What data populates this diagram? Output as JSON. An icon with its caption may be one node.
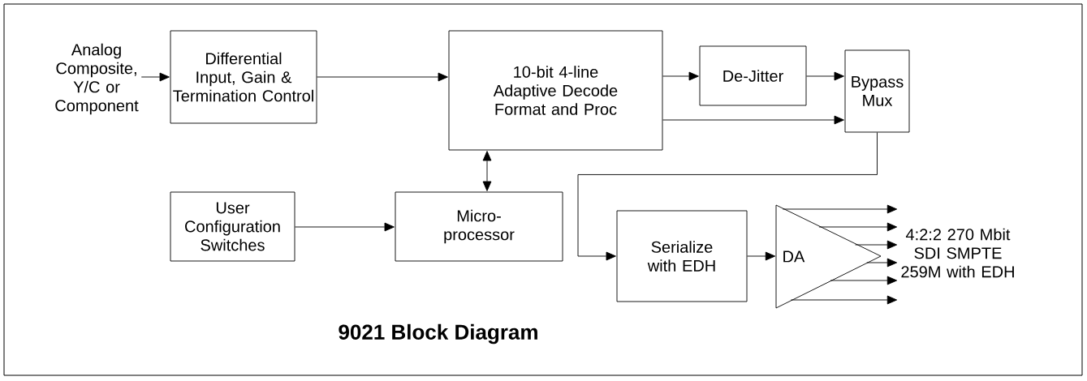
{
  "diagram": {
    "title": "9021 Block Diagram",
    "nodes": [
      {
        "text": [
          "Analog Composite, Y/C or Component"
        ]
      },
      {
        "text": [
          "Differential Input, Gain & Termination Control"
        ]
      },
      {
        "text": [
          "10-bit  4-line Adaptive Decode Format and Proc"
        ]
      },
      {
        "text": [
          "De-Jitter"
        ]
      },
      {
        "text": [
          "Bypass Mux"
        ]
      },
      {
        "text": [
          "User Configuration Switches"
        ]
      },
      {
        "text": [
          "Micro-processor"
        ]
      },
      {
        "text": [
          "Serialize with EDH"
        ]
      },
      {
        "text": [
          "DA"
        ]
      },
      {
        "text": [
          "4:2:2 270 Mbit SDI SMPTE 259M with EDH"
        ]
      }
    ],
    "edges": [
      {
        "from": 0,
        "to": 1,
        "arrow": "to"
      },
      {
        "from": 1,
        "to": 2,
        "arrow": "to"
      },
      {
        "from": 2,
        "to": 3,
        "arrow": "to"
      },
      {
        "from": 3,
        "to": 4,
        "arrow": "to"
      },
      {
        "from": 2,
        "to": 4,
        "arrow": "to"
      },
      {
        "from": 6,
        "to": 2,
        "arrow": "both"
      },
      {
        "from": 5,
        "to": 6,
        "arrow": "to"
      },
      {
        "from": 4,
        "to": 7,
        "arrow": "to"
      },
      {
        "from": 7,
        "to": 8,
        "arrow": "to"
      },
      {
        "from": 8,
        "to": 9,
        "arrow": "to"
      },
      {
        "from": 8,
        "to": 9,
        "arrow": "to"
      },
      {
        "from": 8,
        "to": 9,
        "arrow": "to"
      },
      {
        "from": 8,
        "to": 9,
        "arrow": "to"
      },
      {
        "from": 8,
        "to": 9,
        "arrow": "to"
      },
      {
        "from": 8,
        "to": 9,
        "arrow": "to"
      }
    ]
  }
}
